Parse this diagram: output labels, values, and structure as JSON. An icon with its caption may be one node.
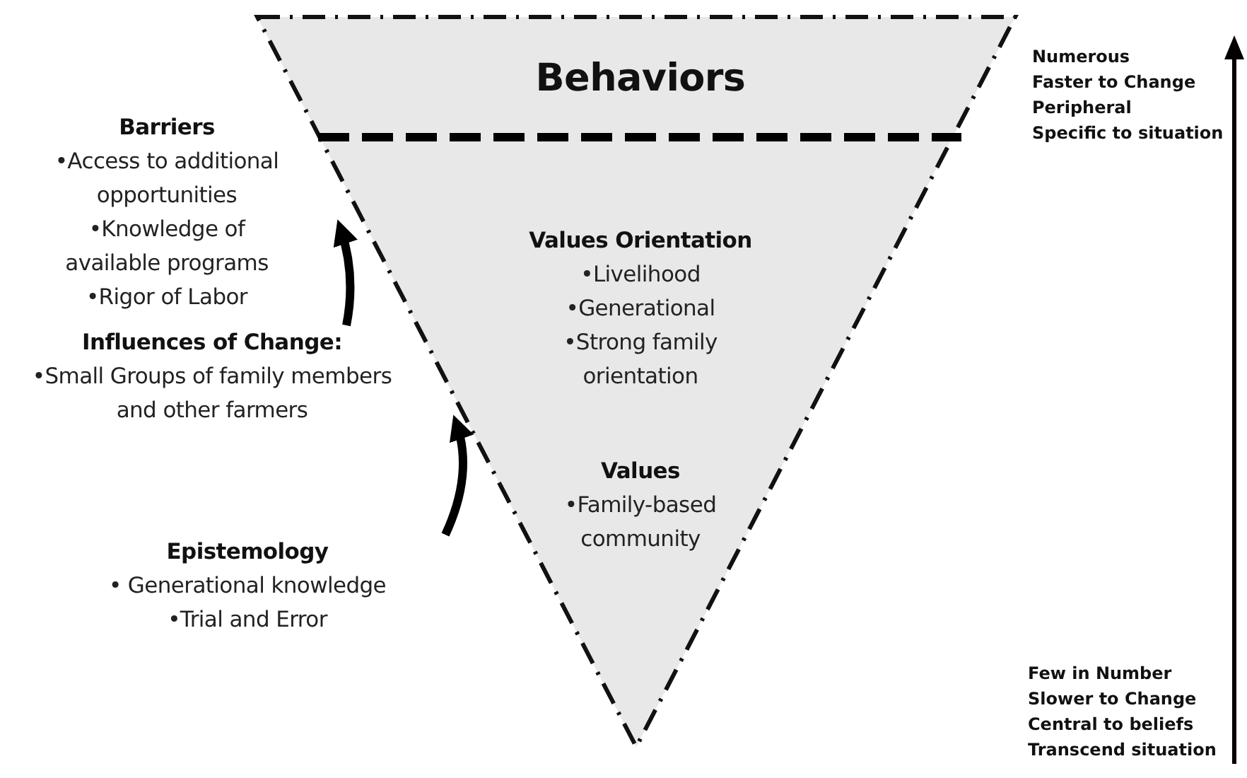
{
  "diagram": {
    "nodes": [
      {
        "text": [
          "Behaviors",
          "Values Orientation",
          "•Livelihood",
          "•Generational",
          "•Strong family orientation",
          "Values",
          "•Family-based community"
        ]
      },
      {
        "text": [
          "Barriers",
          "•Access to additional opportunities",
          "•Knowledge of available programs",
          "•Rigor of Labor"
        ]
      },
      {
        "text": [
          "Influences of Change:",
          "•Small Groups of family members and other farmers"
        ]
      },
      {
        "text": [
          "Epistemology",
          "• Generational knowledge",
          "•Trial and Error"
        ]
      }
    ],
    "edges": [
      {
        "from": 3,
        "to": 2,
        "arrow": "to"
      },
      {
        "from": 2,
        "to": 1,
        "arrow": "to"
      }
    ],
    "labels": [
      "Numerous",
      "Faster to Change",
      "Peripheral",
      "Specific to situation",
      "Few in Number",
      "Slower to Change",
      "Central to beliefs",
      "Transcend situation"
    ]
  }
}
